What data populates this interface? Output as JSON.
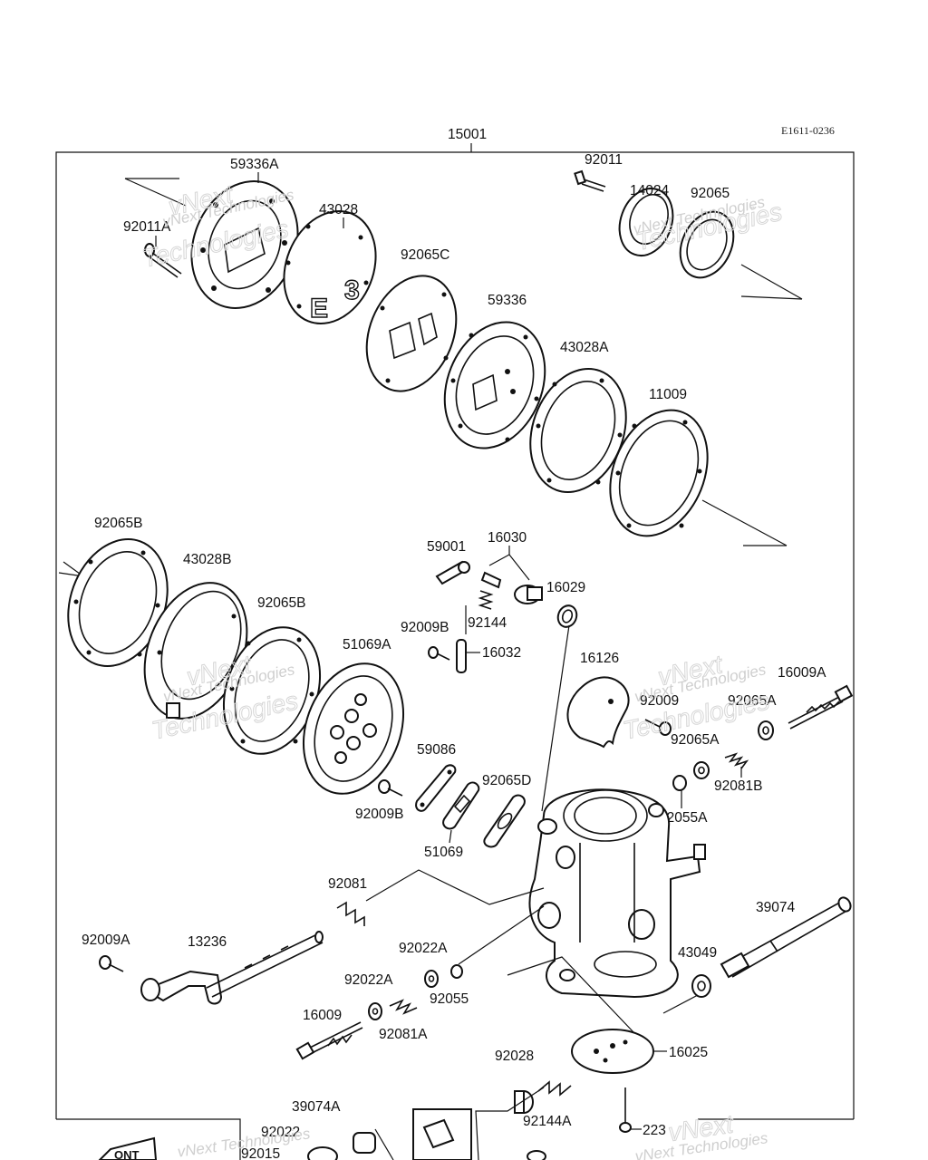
{
  "diagram": {
    "code": "E1611-0236",
    "assembly": "15001",
    "labels": {
      "p59336A": "59336A",
      "p43028": "43028",
      "p92011A": "92011A",
      "p92011": "92011",
      "p14024": "14024",
      "p92065": "92065",
      "p92065C": "92065C",
      "p59336": "59336",
      "p43028A": "43028A",
      "p11009": "11009",
      "p92065B_a": "92065B",
      "p43028B": "43028B",
      "p92065B_b": "92065B",
      "p51069A": "51069A",
      "p59001": "59001",
      "p16030": "16030",
      "p16029": "16029",
      "p92009B_a": "92009B",
      "p92144": "92144",
      "p16032": "16032",
      "p16126": "16126",
      "p16009A": "16009A",
      "p92009": "92009",
      "p92065A_a": "92065A",
      "p92065A_b": "92065A",
      "p92081B": "92081B",
      "p59086": "59086",
      "p92065D": "92065D",
      "p92009B_b": "92009B",
      "p51069": "51069",
      "p92055A": "92055A",
      "p92081": "92081",
      "p39074": "39074",
      "p92009A": "92009A",
      "p13236": "13236",
      "p92022A_a": "92022A",
      "p92022A_b": "92022A",
      "p92055": "92055",
      "p43049": "43049",
      "p16009": "16009",
      "p92081A": "92081A",
      "p16025": "16025",
      "p92028": "92028",
      "p92144A": "92144A",
      "p39074A": "39074A",
      "p92022": "92022",
      "p92015": "92015",
      "p223": "223"
    },
    "watermark": {
      "line1": "vNext Technologies",
      "big": "vNext",
      "big2": "Technologies"
    },
    "icons": [
      "bolt-icon",
      "gasket-icon",
      "spring-icon",
      "washer-icon",
      "shaft-icon",
      "carburetor-body-icon"
    ]
  }
}
